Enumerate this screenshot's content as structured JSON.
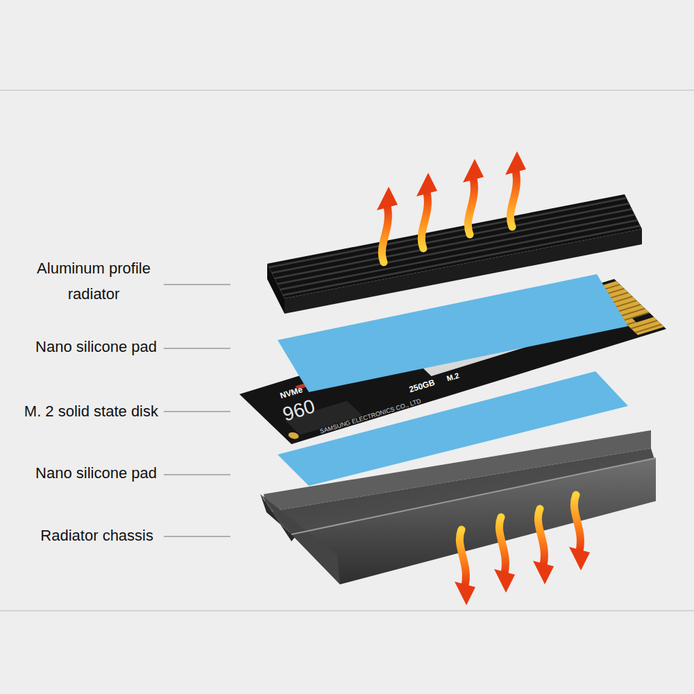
{
  "diagram": {
    "labels": [
      "Aluminum profile radiator",
      "Nano silicone pad",
      "M. 2 solid state disk",
      "Nano silicone pad",
      "Radiator chassis",
      "NVMe",
      "960",
      "M.2",
      "250GB",
      "SAMSUNG ELECTRONICS CO., LTD"
    ]
  }
}
